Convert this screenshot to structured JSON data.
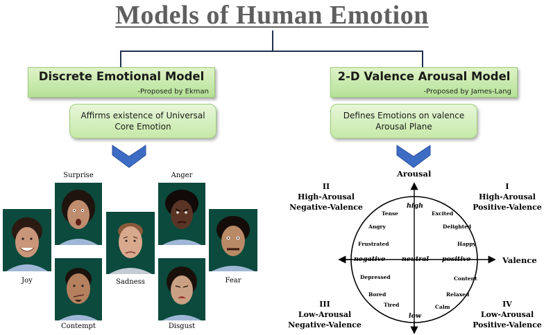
{
  "title": "Models of Human Emotion",
  "models": [
    {
      "title": "Discrete Emotional Model",
      "sub": "-Proposed by Ekman",
      "desc": [
        "Affirms existence of Universal",
        "Core Emotion"
      ]
    },
    {
      "title": "2-D Valence Arousal Model",
      "sub": "-Proposed by James-Lang",
      "desc": [
        "Defines Emotions on valence",
        "Arousal Plane"
      ]
    }
  ],
  "faces": {
    "surprise": "Surprise",
    "anger": "Anger",
    "joy": "Joy",
    "sadness": "Sadness",
    "fear": "Fear",
    "contempt": "Contempt",
    "disgust": "Disgust"
  },
  "plane": {
    "arousal": "Arousal",
    "valence": "Valence",
    "high": "high",
    "low": "low",
    "negative": "negative",
    "neutral": "neutral",
    "positive": "positive",
    "q1": {
      "num": "I",
      "l1": "High-Arousal",
      "l2": "Positive-Valence"
    },
    "q2": {
      "num": "II",
      "l1": "High-Arousal",
      "l2": "Negative-Valence"
    },
    "q3": {
      "num": "III",
      "l1": "Low-Arousal",
      "l2": "Negative-Valence"
    },
    "q4": {
      "num": "IV",
      "l1": "Low-Arousal",
      "l2": "Positive-Valence"
    },
    "emotions": {
      "tense": "Tense",
      "angry": "Angry",
      "frustrated": "Frustrated",
      "depressed": "Depressed",
      "bored": "Bored",
      "tired": "Tired",
      "excited": "Excited",
      "delighted": "Delighted",
      "happy": "Happy",
      "content": "Content",
      "relaxed": "Relaxed",
      "calm": "Calm"
    }
  }
}
